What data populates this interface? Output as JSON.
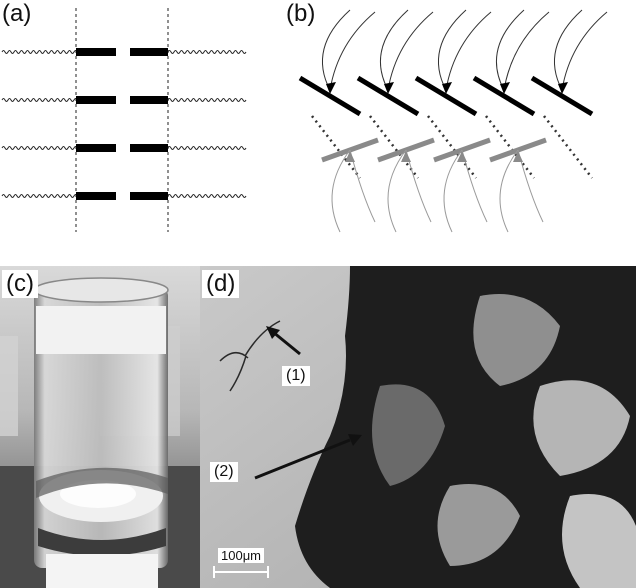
{
  "figure": {
    "panels": [
      {
        "id": "a",
        "label": "(a)"
      },
      {
        "id": "b",
        "label": "(b)"
      },
      {
        "id": "c",
        "label": "(c)"
      },
      {
        "id": "d",
        "label": "(d)"
      }
    ],
    "panel_d": {
      "annotation_1": "(1)",
      "annotation_2": "(2)",
      "scale_bar": "100μm"
    },
    "colors": {
      "black_rods": "#000000",
      "gray_rods": "#8a8a8a",
      "photo_dark": "#1a1a1a"
    }
  }
}
